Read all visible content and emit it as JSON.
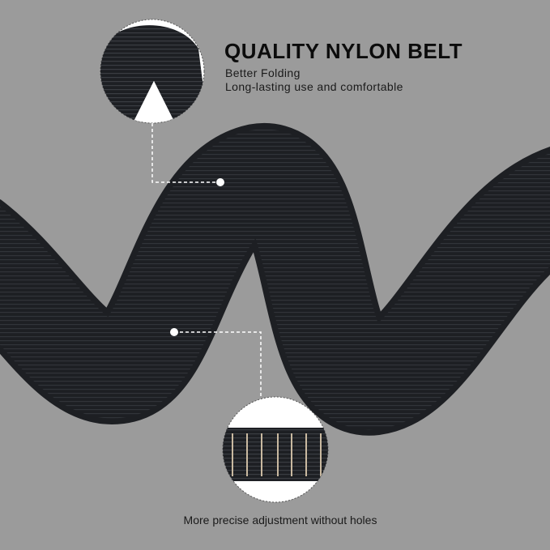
{
  "headline": "QUALITY NYLON BELT",
  "features": [
    "Better Folding",
    "Long-lasting use and comfortable"
  ],
  "caption": "More precise adjustment without holes",
  "colors": {
    "background": "#9b9b9b",
    "belt": "#1d1f23",
    "highlight": "#ffffff",
    "stitch": "#c9b9a0"
  }
}
